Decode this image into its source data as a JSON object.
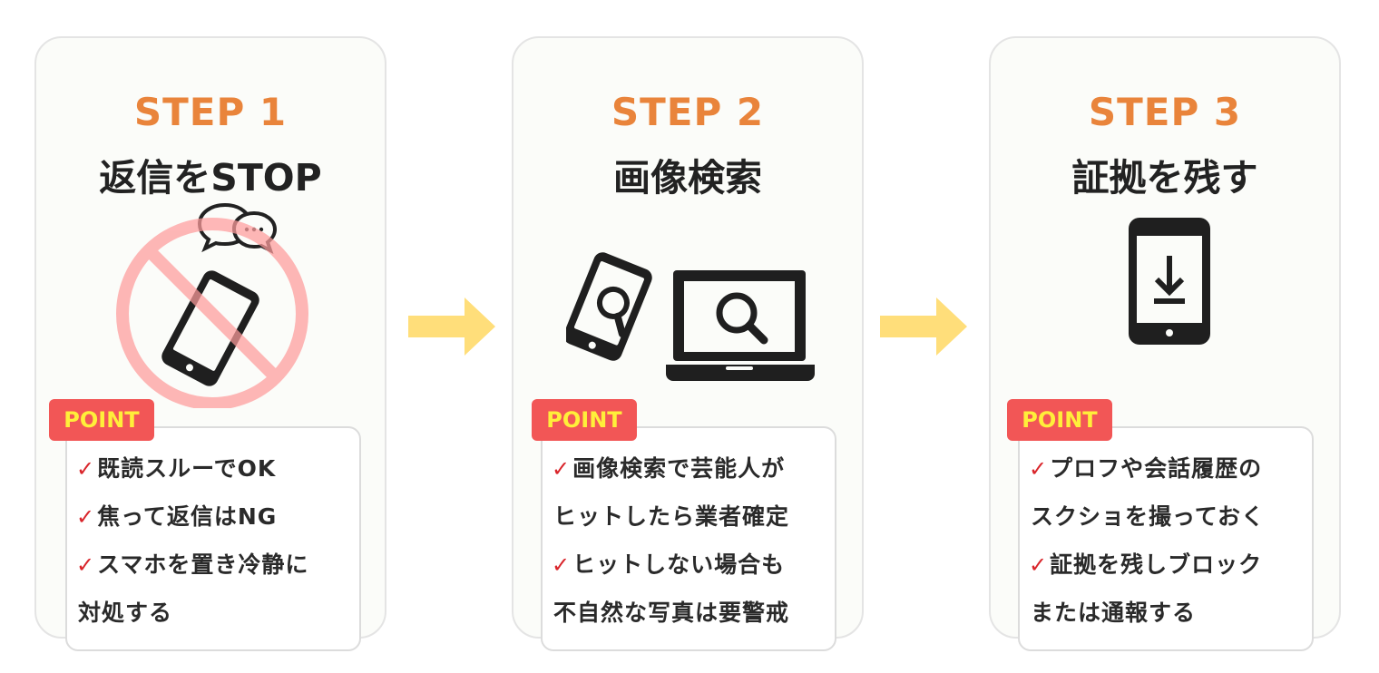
{
  "colors": {
    "step_label": "#e9843b",
    "badge_bg": "#f25656",
    "badge_text": "#ffef3a",
    "check": "#d9242a",
    "arrow": "#ffde7a",
    "prohibit": "#ff9c9c"
  },
  "steps": [
    {
      "label": "STEP 1",
      "title": "返信をSTOP",
      "icon": "no-phone-chat-icon",
      "badge": "POINT",
      "lines": [
        {
          "check": "✓",
          "text": "既読スルーでOK"
        },
        {
          "check": "✓",
          "text": "焦って返信はNG"
        },
        {
          "check": "✓",
          "text": "スマホを置き冷静に"
        },
        {
          "check": "",
          "text": "対処する"
        }
      ]
    },
    {
      "label": "STEP 2",
      "title": "画像検索",
      "icon": "image-search-devices-icon",
      "badge": "POINT",
      "lines": [
        {
          "check": "✓",
          "text": "画像検索で芸能人が"
        },
        {
          "check": "",
          "text": "ヒットしたら業者確定"
        },
        {
          "check": "✓",
          "text": "ヒットしない場合も"
        },
        {
          "check": "",
          "text": "不自然な写真は要警戒"
        }
      ]
    },
    {
      "label": "STEP 3",
      "title": "証拠を残す",
      "icon": "phone-download-icon",
      "badge": "POINT",
      "lines": [
        {
          "check": "✓",
          "text": "プロフや会話履歴の"
        },
        {
          "check": "",
          "text": "スクショを撮っておく"
        },
        {
          "check": "✓",
          "text": "証拠を残しブロック"
        },
        {
          "check": "",
          "text": "または通報する"
        }
      ]
    }
  ]
}
